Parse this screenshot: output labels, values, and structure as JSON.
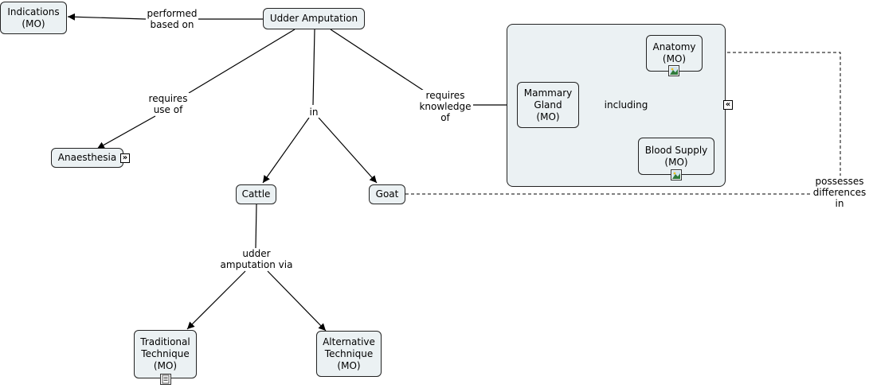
{
  "nodes": {
    "indications": [
      "Indications",
      "(MO)"
    ],
    "udder_amputation": [
      "Udder Amputation"
    ],
    "anaesthesia": [
      "Anaesthesia"
    ],
    "cattle": [
      "Cattle"
    ],
    "goat": [
      "Goat"
    ],
    "traditional": [
      "Traditional",
      "Technique",
      "(MO)"
    ],
    "alternative": [
      "Alternative",
      "Technique",
      "(MO)"
    ],
    "mammary": [
      "Mammary",
      "Gland",
      "(MO)"
    ],
    "anatomy": [
      "Anatomy",
      "(MO)"
    ],
    "blood_supply": [
      "Blood Supply",
      "(MO)"
    ]
  },
  "links": {
    "performed_based_on": [
      "performed",
      "based on"
    ],
    "requires_use_of": [
      "requires",
      "use of"
    ],
    "in": [
      "in"
    ],
    "requires_knowledge_of": [
      "requires",
      "knowledge",
      "of"
    ],
    "including": [
      "including"
    ],
    "udder_amputation_via": [
      "udder",
      "amputation via"
    ],
    "possesses_differences_in": [
      "possesses",
      "differences",
      "in"
    ]
  },
  "icons": {
    "anatomy": "image-resource-icon",
    "blood_supply": "image-resource-icon",
    "traditional": "document-resource-icon",
    "anaesthesia_expand": "expand-right-icon",
    "group_collapse": "collapse-left-icon"
  },
  "colors": {
    "node_fill": "#ebf1f3",
    "border": "#222222"
  }
}
